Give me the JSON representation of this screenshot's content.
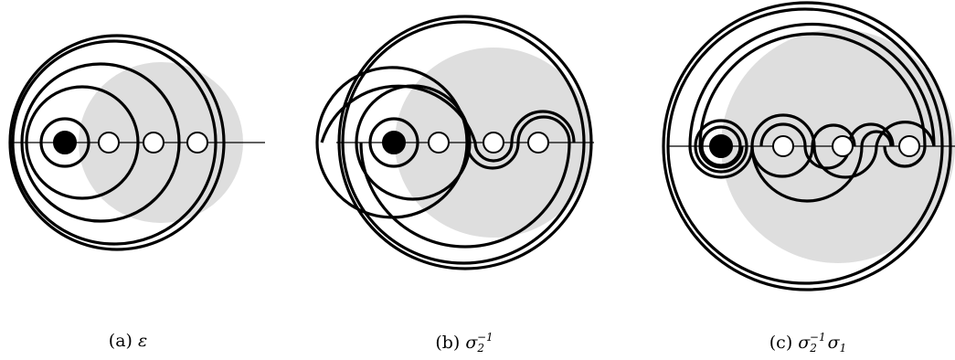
{
  "colors": {
    "shade": "#dedede",
    "stroke": "#000000",
    "background": "#ffffff"
  },
  "panels": [
    {
      "id": "a",
      "caption_prefix": "(a)",
      "caption_symbol": "ε",
      "caption_subscript": "",
      "caption_superscript": "",
      "caption_tail": "",
      "caption_tail_subscript": "",
      "braid_word": "ε",
      "punctures": [
        {
          "type": "filled"
        },
        {
          "type": "open"
        },
        {
          "type": "open"
        },
        {
          "type": "open"
        }
      ]
    },
    {
      "id": "b",
      "caption_prefix": "(b)",
      "caption_symbol": "σ",
      "caption_subscript": "2",
      "caption_superscript": "−1",
      "caption_tail": "",
      "caption_tail_subscript": "",
      "braid_word": "σ2^-1",
      "punctures": [
        {
          "type": "filled"
        },
        {
          "type": "open"
        },
        {
          "type": "open"
        },
        {
          "type": "open"
        }
      ]
    },
    {
      "id": "c",
      "caption_prefix": "(c)",
      "caption_symbol": "σ",
      "caption_subscript": "2",
      "caption_superscript": "−1",
      "caption_tail": "σ",
      "caption_tail_subscript": "1",
      "braid_word": "σ2^-1 σ1",
      "punctures": [
        {
          "type": "filled"
        },
        {
          "type": "open"
        },
        {
          "type": "open"
        },
        {
          "type": "open"
        }
      ]
    }
  ]
}
